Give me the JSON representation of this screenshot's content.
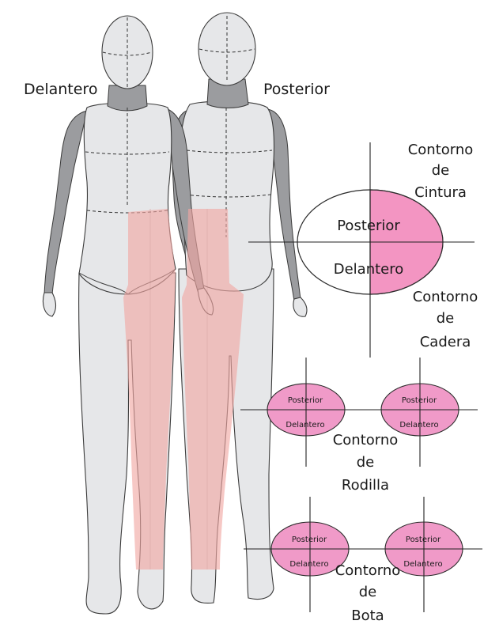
{
  "figure_labels": {
    "front": "Delantero",
    "back": "Posterior"
  },
  "waist_hip_diagram": {
    "top_half": "Posterior",
    "bottom_half": "Delantero",
    "waist_label": [
      "Contorno",
      "de",
      "Cintura"
    ],
    "hip_label": [
      "Contorno",
      "de",
      "Cadera"
    ]
  },
  "knee_diagrams": {
    "left": {
      "top": "Posterior",
      "bottom": "Delantero"
    },
    "right": {
      "top": "Posterior",
      "bottom": "Delantero"
    },
    "label": [
      "Contorno",
      "de",
      "Rodilla"
    ]
  },
  "boot_diagrams": {
    "left": {
      "top": "Posterior",
      "bottom": "Delantero"
    },
    "right": {
      "top": "Posterior",
      "bottom": "Delantero"
    },
    "label": [
      "Contorno",
      "de",
      "Bota"
    ]
  },
  "colors": {
    "body": "#e6e7e9",
    "body_dark": "#9b9c9f",
    "pants_overlay": "#f2a7a3",
    "ellipse_pink": "#f08fc0",
    "outline": "#3b3b3b"
  }
}
